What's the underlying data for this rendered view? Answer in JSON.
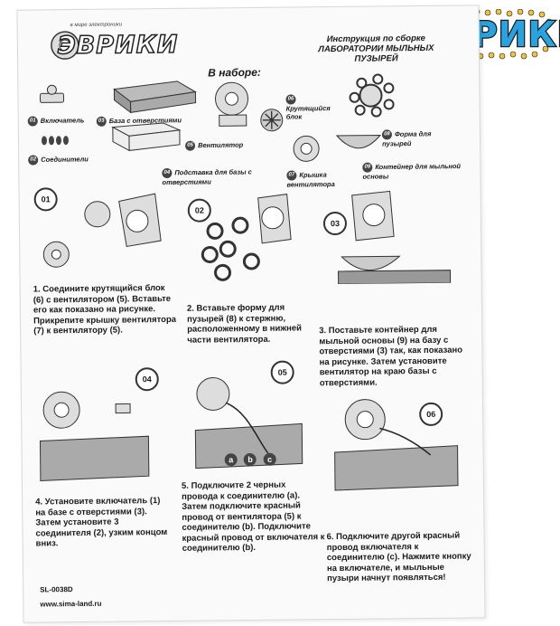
{
  "header": {
    "small_logo_tagline": "в мире электроники",
    "small_logo_word": "ЭВРИКИ",
    "title_line1": "Инструкция по сборке",
    "title_line2": "ЛАБОРАТОРИИ МЫЛЬНЫХ",
    "title_line3": "ПУЗЫРЕЙ",
    "brand_logo": "ЭВРИКИ",
    "brand_color": "#29a3df"
  },
  "kit": {
    "heading": "В наборе:",
    "items": [
      {
        "num": "01",
        "label": "Включатель"
      },
      {
        "num": "02",
        "label": "Соединители"
      },
      {
        "num": "03",
        "label": "База с отверстиями"
      },
      {
        "num": "04",
        "label": "Подставка для базы с отверстиями"
      },
      {
        "num": "05",
        "label": "Вентилятор"
      },
      {
        "num": "06",
        "label": "Крутящийся блок"
      },
      {
        "num": "07",
        "label": "Крышка вентилятора"
      },
      {
        "num": "08",
        "label": "Форма для пузырей"
      },
      {
        "num": "09",
        "label": "Контейнер для мыльной основы"
      }
    ]
  },
  "steps": [
    {
      "num": "01",
      "text": "1. Соедините крутящийся блок (6) с вентилятором (5). Вставьте его как показано на рисунке.\nПрикрепите крышку вентилятора (7) к вентилятору (5)."
    },
    {
      "num": "02",
      "text": "2. Вставьте форму для пузырей (8) к стержню, расположенному в нижней части вентилятора."
    },
    {
      "num": "03",
      "text": "3. Поставьте контейнер для мыльной основы (9) на базу с отверстиями (3) так, как показано на рисунке. Затем установите вентилятор на краю базы с отверстиями."
    },
    {
      "num": "04",
      "text": "4. Установите включатель (1) на базе с отверстиями (3). Затем установите 3 соединителя (2), узким концом вниз."
    },
    {
      "num": "05",
      "text": "5. Подключите 2 черных провода к соединителю (a). Затем подключите красный провод от вентилятора (5) к соединителю (b). Подключите красный провод от включателя к соединителю (b)."
    },
    {
      "num": "06",
      "text": "6. Подключите другой красный провод включателя к соединителю (c). Нажмите кнопку на включателе, и мыльные пузыри начнут появляться!"
    }
  ],
  "connector_labels": [
    "a",
    "b",
    "c"
  ],
  "footer": {
    "code": "SL-0038",
    "code_suffix": "D",
    "site": "www.sima-land.ru"
  }
}
